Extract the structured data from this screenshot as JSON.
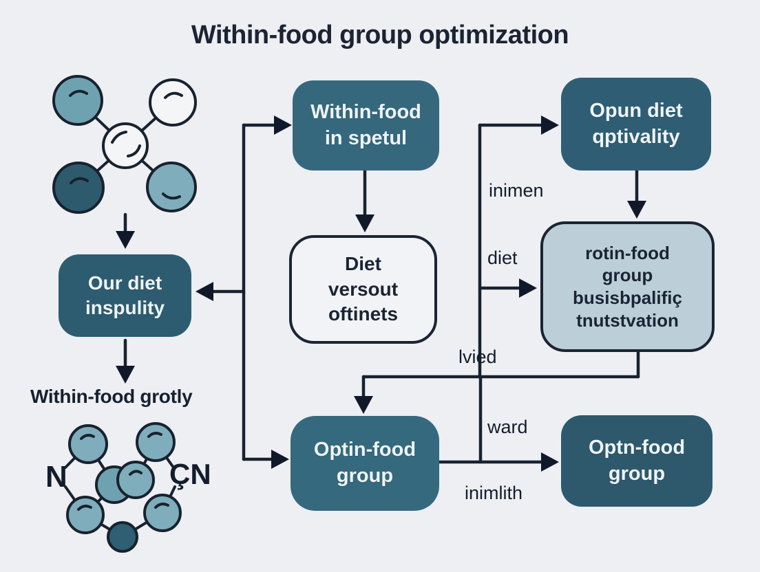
{
  "title": "Within-food group optimization",
  "caption": "Within-food grotly",
  "nodes": [
    {
      "id": "within-food-in-spetul",
      "label": "Within-food\nin spetul",
      "style": "solid-teal"
    },
    {
      "id": "opun-diet-qptivality",
      "label": "Opun diet\nqptivality",
      "style": "solid-teal"
    },
    {
      "id": "our-diet-inspulity",
      "label": "Our diet\ninspulity",
      "style": "solid-teal"
    },
    {
      "id": "diet-versout-oftinets",
      "label": "Diet\nversout\noftinets",
      "style": "outline-white"
    },
    {
      "id": "rotin-food-group",
      "label": "rotin-food\ngroup\nbusisbpalifiç\ntnutstvation",
      "style": "outline-lightblue"
    },
    {
      "id": "optin-food-group",
      "label": "Optin-food\ngroup",
      "style": "solid-teal"
    },
    {
      "id": "optn-food-group",
      "label": "Optn-food\ngroup",
      "style": "solid-teal-dark"
    }
  ],
  "edge_labels": [
    {
      "id": "inimen",
      "text": "inimen"
    },
    {
      "id": "diet",
      "text": "diet"
    },
    {
      "id": "lvied",
      "text": "lvied"
    },
    {
      "id": "ward",
      "text": "ward"
    },
    {
      "id": "inimlith",
      "text": "inimlith"
    }
  ],
  "molecule_labels": {
    "left": "N",
    "right": "ÇN"
  },
  "colors": {
    "background": "#edeff3",
    "node_teal": "#35697e",
    "node_teal_dark": "#2e596c",
    "node_lightblue": "#bccfd8",
    "node_white": "#f1f3f6",
    "ink": "#18222f",
    "molecule_teal": "#6fa2b1",
    "molecule_teal_light": "#7fadbb",
    "molecule_teal_dark": "#2e5a6e"
  }
}
